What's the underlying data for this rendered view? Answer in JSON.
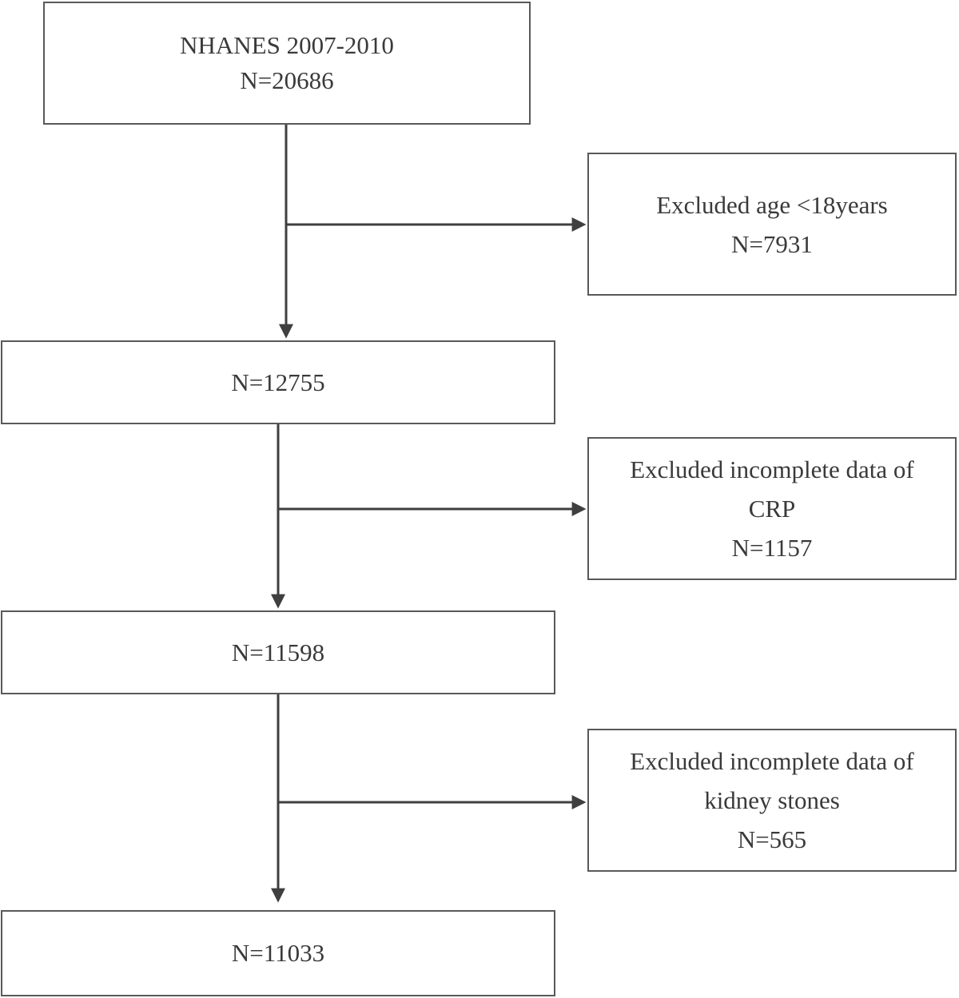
{
  "diagram": {
    "type": "flowchart",
    "colors": {
      "background": "#ffffff",
      "box_border": "#595959",
      "text": "#3a3a3a",
      "arrow": "#3f3f3f"
    },
    "boxes": {
      "start": {
        "lines": [
          "NHANES 2007-2010",
          "N=20686"
        ]
      },
      "excluded_age": {
        "lines": [
          "Excluded age <18years",
          "N=7931"
        ]
      },
      "after_age": {
        "lines": [
          "N=12755"
        ]
      },
      "excluded_crp": {
        "lines": [
          "Excluded incomplete data of",
          "CRP",
          "N=1157"
        ]
      },
      "after_crp": {
        "lines": [
          "N=11598"
        ]
      },
      "excluded_kidney_stones": {
        "lines": [
          "Excluded incomplete data of",
          "kidney stones",
          "N=565"
        ]
      },
      "final": {
        "lines": [
          "N=11033"
        ]
      }
    }
  }
}
